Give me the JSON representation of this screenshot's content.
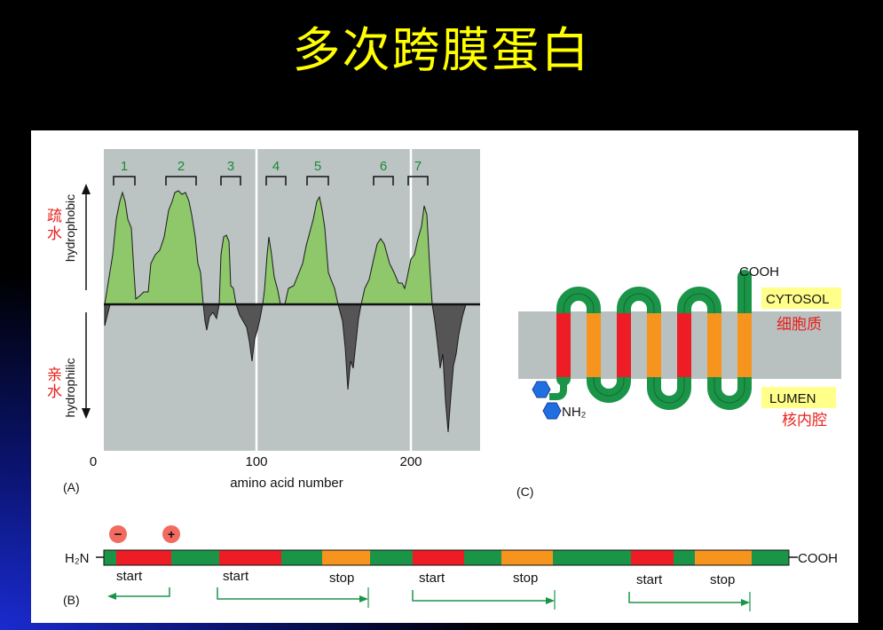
{
  "slide": {
    "title": "多次跨膜蛋白"
  },
  "panel_a": {
    "label": "(A)",
    "y_upper_label": "hydrophobic",
    "y_lower_label": "hydrophilic",
    "y_upper_cn": [
      "疏",
      "水"
    ],
    "y_lower_cn": [
      "亲",
      "水"
    ],
    "x_label": "amino acid number",
    "x_ticks": [
      "0",
      "100",
      "200"
    ],
    "segments": [
      "1",
      "2",
      "3",
      "4",
      "5",
      "6",
      "7"
    ],
    "colors": {
      "hydrophobic": "#8ec86a",
      "hydrophilic": "#555555",
      "background": "#bcc3c3"
    }
  },
  "panel_b": {
    "label": "(B)",
    "n_terminus": "H₂N",
    "c_terminus": "COOH",
    "charges": [
      "−",
      "+"
    ],
    "start_labels": [
      "start",
      "start",
      "start",
      "start"
    ],
    "stop_labels": [
      "stop",
      "stop",
      "stop"
    ],
    "colors": {
      "green": "#1a9548",
      "red": "#ee1c25",
      "orange": "#f7941d"
    }
  },
  "panel_c": {
    "label": "(C)",
    "cooh": "COOH",
    "nh2": "NH₂",
    "cytosol": "CYTOSOL",
    "cytosol_cn": "细胞质",
    "lumen": "LUMEN",
    "lumen_cn": "核内腔",
    "colors": {
      "membrane": "#b8c0c0",
      "label_bg": "#ffff8a",
      "cn_text": "#e8201a"
    }
  }
}
